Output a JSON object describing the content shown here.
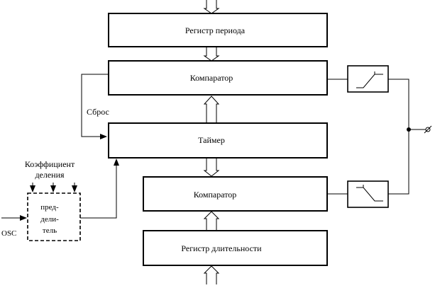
{
  "blocks": {
    "period_register": "Регистр периода",
    "comparator_top": "Компаратор",
    "timer": "Таймер",
    "comparator_bottom": "Компаратор",
    "duration_register": "Регистр длительности"
  },
  "labels": {
    "reset": "Сброс",
    "division_coefficient_line1": "Коэффициент",
    "division_coefficient_line2": "деления",
    "prescaler_line1": "пред-",
    "prescaler_line2": "дели-",
    "prescaler_line3": "тель",
    "osc": "OSC"
  }
}
